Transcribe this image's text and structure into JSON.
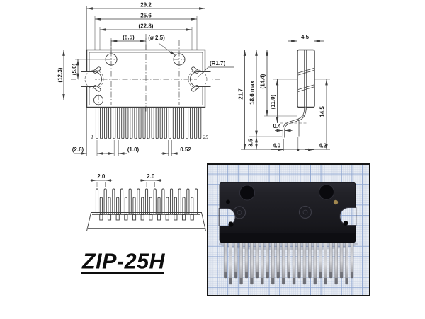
{
  "label": "ZIP-25H",
  "front_view": {
    "dim_overall": "29.2",
    "dim_outer": "25.6",
    "dim_inner": "(22.8)",
    "dim_hole_span": "(8.5)",
    "dim_hole_dia": "(ø 2.5)",
    "dim_height": "(12.3)",
    "dim_hole_offset": "(5.0)",
    "dim_notch_radius": "(R1.7)",
    "pin_first": "1",
    "pin_last": "25",
    "dim_edge_pin": "(2.6)",
    "dim_pitch": "(1.0)",
    "dim_pin_width": "0.52"
  },
  "side_view": {
    "dim_width": "4.5",
    "dim_total_height": "21.7",
    "dim_max_height": "18.6 max",
    "dim_body_height": "(14.4)",
    "dim_lead_drop": "(11.0)",
    "dim_pin_length": "14.5",
    "dim_lead_thickness": "0.4",
    "dim_tip": "3.5",
    "dim_row_a": "4.0",
    "dim_row_b": "4.2"
  },
  "bottom_view": {
    "dim_pitch_a": "2.0",
    "dim_pitch_b": "2.0"
  },
  "photo": {
    "paper_color": "#e9edf4",
    "grid_minor_color": "#c9d3e5",
    "grid_major_color": "#8fa6d0",
    "chip_color": "#1a1a1f",
    "pin_color": "#c5c7cd",
    "border_color": "#161616"
  },
  "drawing": {
    "line_color": "#3e3e3e",
    "text_color": "#1f1f1f"
  }
}
